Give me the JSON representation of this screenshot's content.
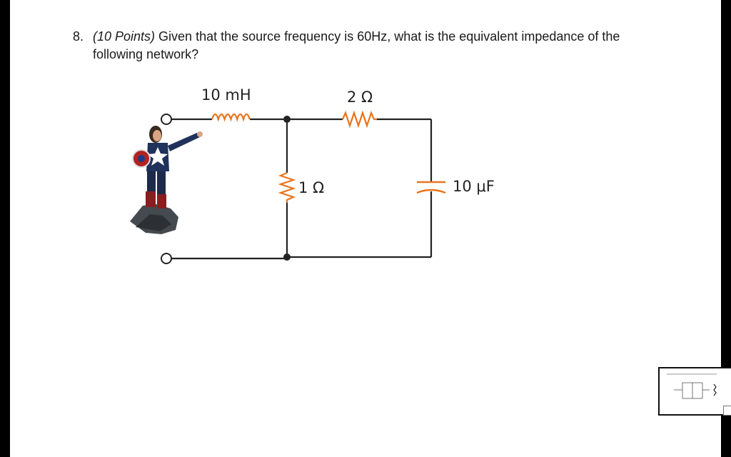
{
  "question": {
    "number": "8.",
    "points": "(10 Points)",
    "text_line1": " Given that the source frequency is 60Hz, what is the equivalent impedance of the",
    "text_line2": "following network?"
  },
  "circuit": {
    "inductor_label": "10 mH",
    "series_resistor_label": "2 Ω",
    "shunt_resistor_label": "1 Ω",
    "capacitor_label": "10 μF"
  },
  "colors": {
    "background": "#000000",
    "page": "#ffffff",
    "component_orange": "#e8741e",
    "wire": "#222222"
  },
  "icons": {
    "figure": "superhero-figurine-image",
    "thumbnail": "page-thumbnail"
  }
}
